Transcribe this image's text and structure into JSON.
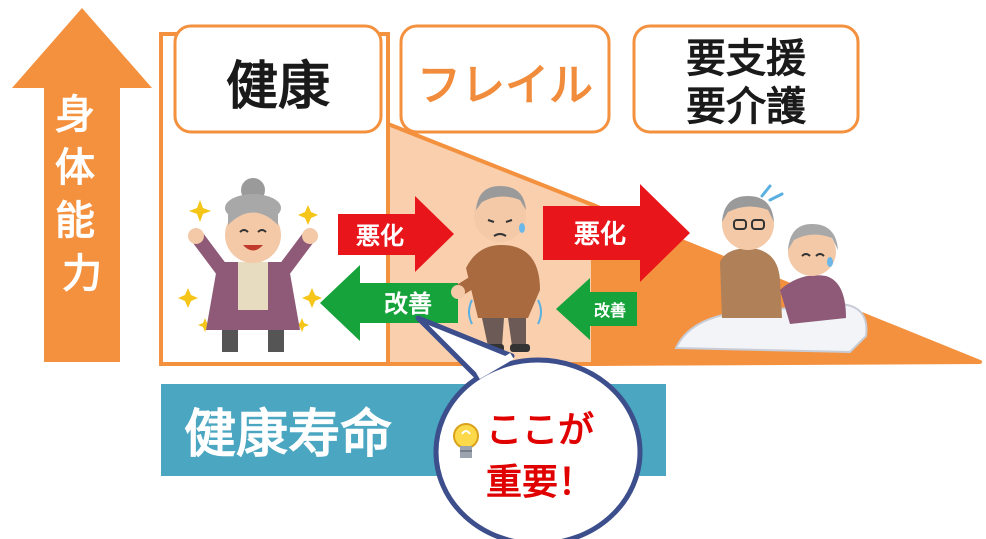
{
  "axis": {
    "label": "身体能力"
  },
  "stages": [
    {
      "label": "健康",
      "color": "#1a1a1a"
    },
    {
      "label": "フレイル",
      "color": "#f08c3c"
    },
    {
      "label_line1": "要支援",
      "label_line2": "要介護",
      "color": "#1a1a1a"
    }
  ],
  "transitions": {
    "worsen_1": "悪化",
    "worsen_2": "悪化",
    "improve_1": "改善",
    "improve_2": "改善"
  },
  "healthy_life": {
    "label": "健康寿命"
  },
  "callout": {
    "line1": "ここが",
    "line2": "重要！"
  },
  "icons": [
    "healthy-elderly-woman",
    "frail-elderly-man",
    "elderly-couple-in-bed",
    "lightbulb-icon",
    "sparkle-icon"
  ],
  "colors": {
    "orange": "#f4913f",
    "light_orange": "#f9cfae",
    "red": "#e8161b",
    "green": "#17a33b",
    "teal": "#4aa6c1",
    "callout_border": "#3c4e8b",
    "callout_text": "#e00000"
  }
}
